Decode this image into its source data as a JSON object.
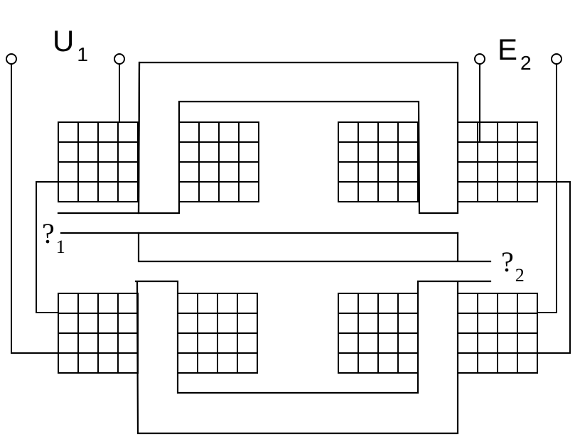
{
  "labels": {
    "u1_main": "U",
    "u1_sub": "1",
    "e2_main": "E",
    "e2_sub": "2",
    "phi1_main": "?",
    "phi1_sub": "1",
    "phi2_main": "?",
    "phi2_sub": "2"
  },
  "colors": {
    "line": "#000000",
    "background": "#ffffff"
  }
}
